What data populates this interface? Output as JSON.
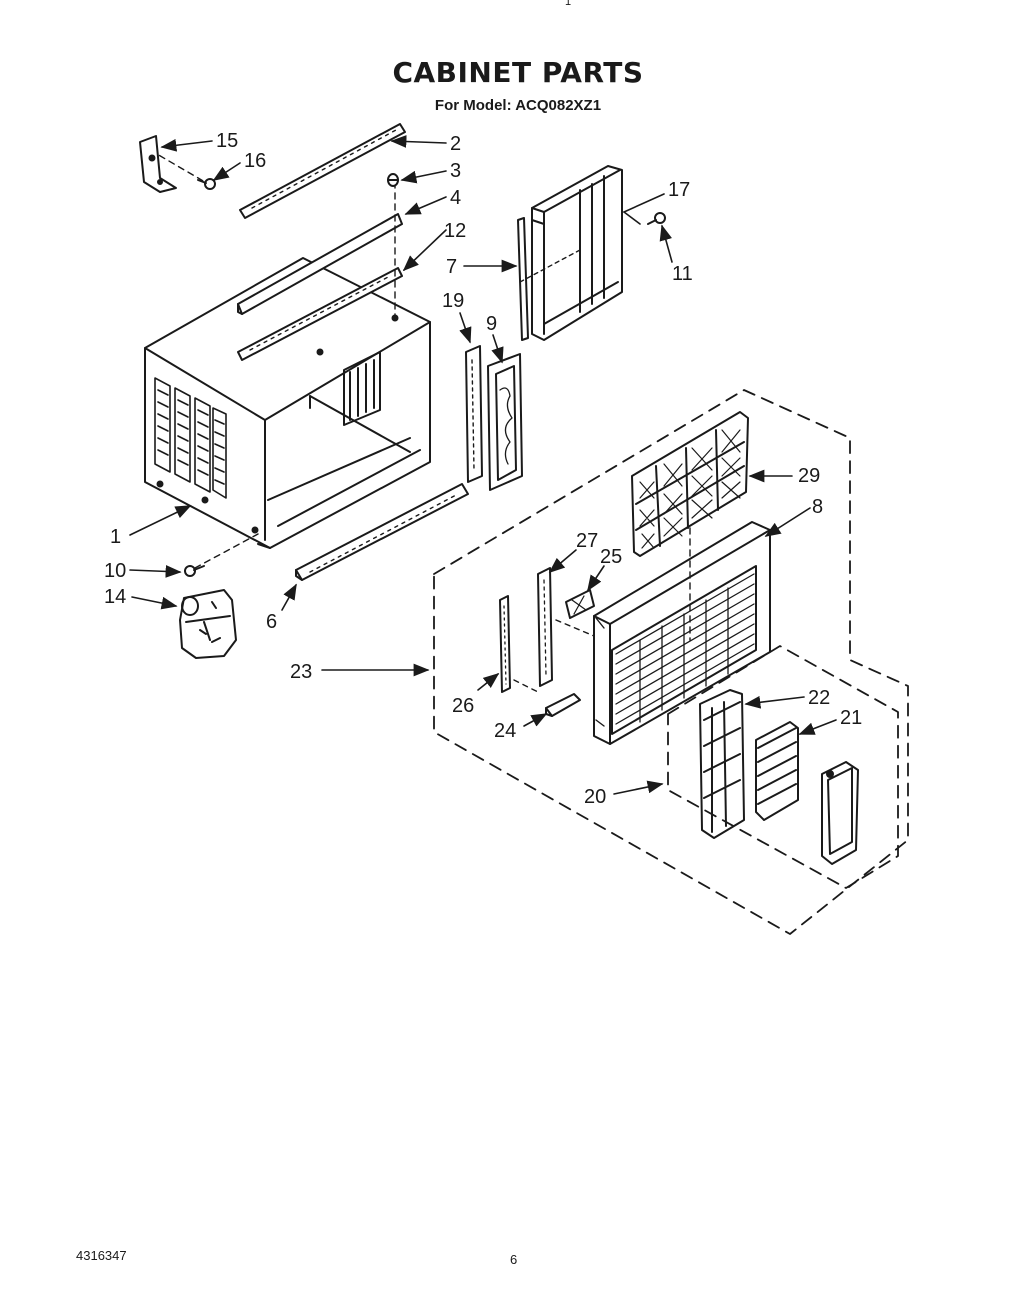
{
  "page": {
    "top_mark": "1",
    "title": "CABINET PARTS",
    "subtitle": "For Model: ACQ082XZ1",
    "doc_number": "4316347",
    "page_number": "6"
  },
  "callouts": [
    {
      "id": "c1",
      "text": "1"
    },
    {
      "id": "c2",
      "text": "2"
    },
    {
      "id": "c3",
      "text": "3"
    },
    {
      "id": "c4",
      "text": "4"
    },
    {
      "id": "c6",
      "text": "6"
    },
    {
      "id": "c7",
      "text": "7"
    },
    {
      "id": "c8",
      "text": "8"
    },
    {
      "id": "c9",
      "text": "9"
    },
    {
      "id": "c10",
      "text": "10"
    },
    {
      "id": "c11",
      "text": "11"
    },
    {
      "id": "c12",
      "text": "12"
    },
    {
      "id": "c14",
      "text": "14"
    },
    {
      "id": "c15",
      "text": "15"
    },
    {
      "id": "c16",
      "text": "16"
    },
    {
      "id": "c17",
      "text": "17"
    },
    {
      "id": "c19",
      "text": "19"
    },
    {
      "id": "c20",
      "text": "20"
    },
    {
      "id": "c21",
      "text": "21"
    },
    {
      "id": "c22",
      "text": "22"
    },
    {
      "id": "c23",
      "text": "23"
    },
    {
      "id": "c24",
      "text": "24"
    },
    {
      "id": "c25",
      "text": "25"
    },
    {
      "id": "c26",
      "text": "26"
    },
    {
      "id": "c27",
      "text": "27"
    },
    {
      "id": "c29",
      "text": "29"
    }
  ]
}
